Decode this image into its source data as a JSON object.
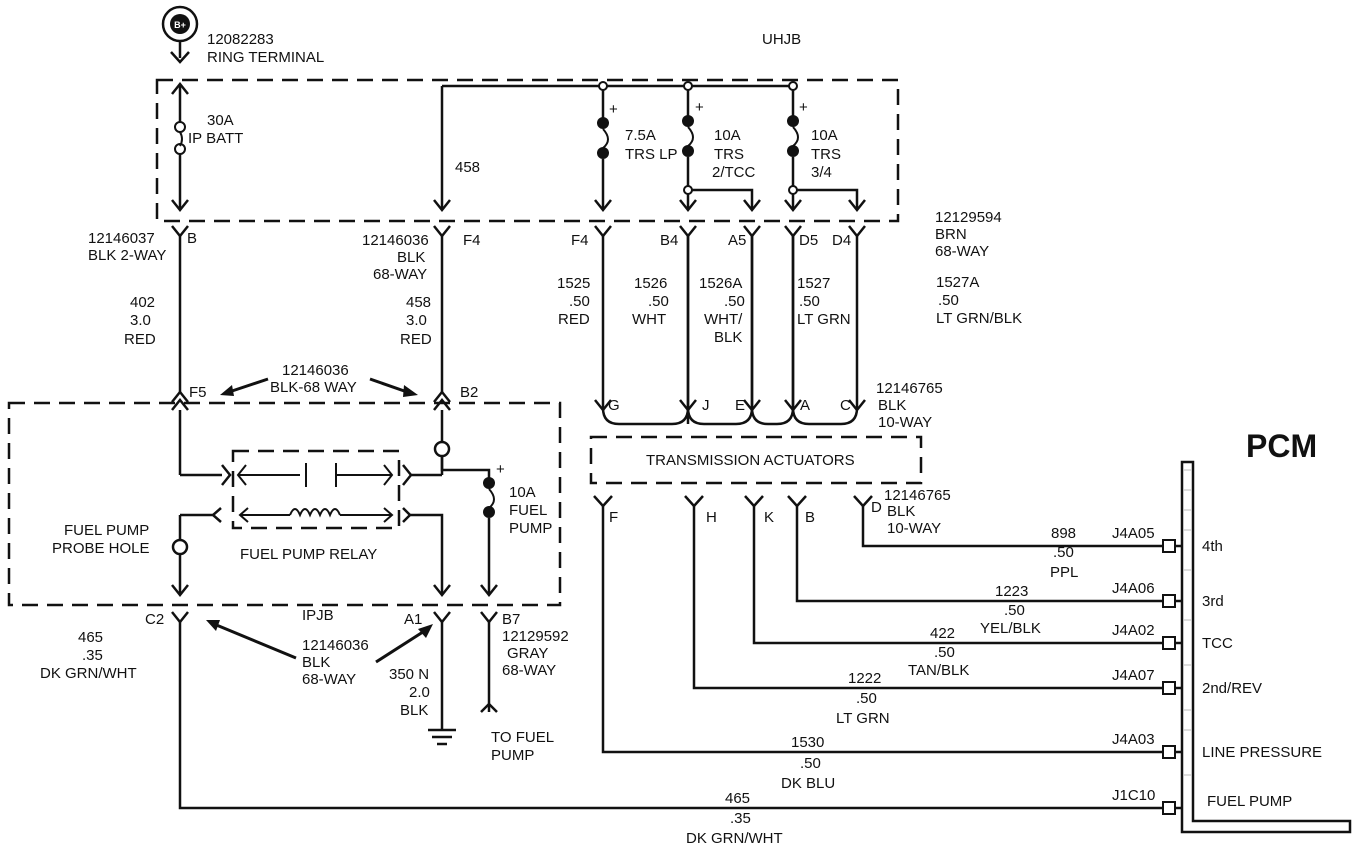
{
  "top": {
    "ring_part": "12082283",
    "ring_terminal": "RING TERMINAL",
    "b_plus": "B+",
    "uhjb": "UHJB"
  },
  "fuses": {
    "ip_batt_amp": "30A",
    "ip_batt_name": "IP BATT",
    "trs_lp_amp": "7.5A",
    "trs_lp_name": "TRS LP",
    "trs_tcc_amp": "10A",
    "trs_tcc_name1": "TRS",
    "trs_tcc_name2": "2/TCC",
    "trs_34_amp": "10A",
    "trs_34_name1": "TRS",
    "trs_34_name2": "3/4",
    "fuel_pump_amp": "10A",
    "fuel_pump_name1": "FUEL",
    "fuel_pump_name2": "PUMP",
    "plus": "+"
  },
  "wires": {
    "w458_top": "458",
    "w402": [
      "402",
      "3.0",
      "RED"
    ],
    "w458": [
      "458",
      "3.0",
      "RED"
    ],
    "w1525": [
      "1525",
      ".50",
      "RED"
    ],
    "w1526": [
      "1526",
      ".50",
      "WHT"
    ],
    "w1526a": [
      "1526A",
      ".50",
      "WHT/",
      "BLK"
    ],
    "w1527": [
      "1527",
      ".50",
      "LT GRN"
    ],
    "w1527a": [
      "1527A",
      ".50",
      "LT GRN/BLK"
    ],
    "w465_left": [
      "465",
      ".35",
      "DK GRN/WHT"
    ],
    "w350n": [
      "350 N",
      "2.0",
      "BLK"
    ],
    "w898": [
      "898",
      ".50",
      "PPL"
    ],
    "w1223": [
      "1223",
      ".50",
      "YEL/BLK"
    ],
    "w422": [
      "422",
      ".50",
      "TAN/BLK"
    ],
    "w1222": [
      "1222",
      ".50",
      "LT GRN"
    ],
    "w1530": [
      "1530",
      ".50",
      "DK BLU"
    ],
    "w465_bottom": [
      "465",
      ".35",
      "DK GRN/WHT"
    ]
  },
  "connectors": {
    "c_blk2way": [
      "12146037",
      "BLK 2-WAY"
    ],
    "c_blk68_f4": [
      "12146036",
      "BLK",
      "68-WAY"
    ],
    "c_brn68": [
      "12129594",
      "BRN",
      "68-WAY"
    ],
    "c_blk68_mid": [
      "12146036",
      "BLK-68 WAY"
    ],
    "c_blk10_top": [
      "12146765",
      "BLK",
      "10-WAY"
    ],
    "c_blk10_bot": [
      "12146765",
      "BLK",
      "10-WAY"
    ],
    "c_blk68_bottom": [
      "12146036",
      "BLK",
      "68-WAY"
    ],
    "c_gray68": [
      "12129592",
      "GRAY",
      "68-WAY"
    ]
  },
  "pins": {
    "B": "B",
    "F4a": "F4",
    "F4b": "F4",
    "B4": "B4",
    "A5": "A5",
    "D5": "D5",
    "D4": "D4",
    "F5": "F5",
    "B2": "B2",
    "G": "G",
    "J": "J",
    "E": "E",
    "A": "A",
    "C": "C",
    "F": "F",
    "H": "H",
    "K": "K",
    "Bb": "B",
    "D": "D",
    "C2": "C2",
    "A1": "A1",
    "B7": "B7"
  },
  "boxes": {
    "ipjb": "IPJB",
    "transmission_actuators": "TRANSMISSION ACTUATORS",
    "fuel_pump_relay": "FUEL PUMP RELAY",
    "fuel_pump_probe1": "FUEL PUMP",
    "fuel_pump_probe2": "PROBE HOLE",
    "to_fuel_pump1": "TO FUEL",
    "to_fuel_pump2": "PUMP"
  },
  "pcm": {
    "title": "PCM",
    "rows": [
      {
        "pin": "J4A05",
        "label": "4th"
      },
      {
        "pin": "J4A06",
        "label": "3rd"
      },
      {
        "pin": "J4A02",
        "label": "TCC"
      },
      {
        "pin": "J4A07",
        "label": "2nd/REV"
      },
      {
        "pin": "J4A03",
        "label": "LINE PRESSURE"
      },
      {
        "pin": "J1C10",
        "label": "FUEL PUMP"
      }
    ]
  }
}
